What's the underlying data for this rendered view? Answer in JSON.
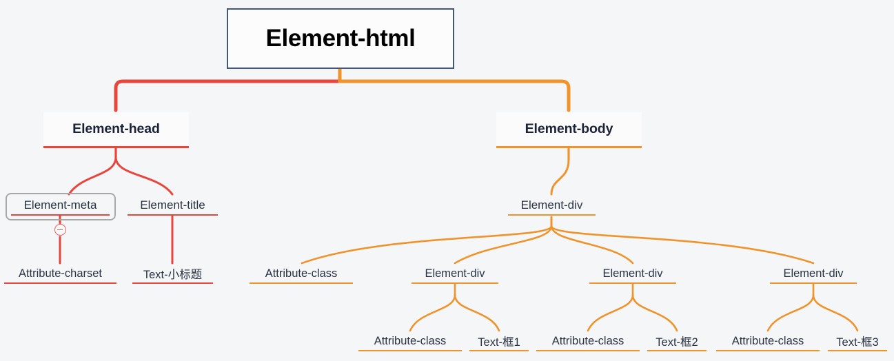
{
  "diagram": {
    "title": "HTML element structure mind map",
    "background_color": "#f5f6f8",
    "colors": {
      "root_border": "#44567a",
      "head_branch": "#e8453c",
      "body_branch": "#f0932b",
      "text": "#1e2433",
      "selection_outline": "#a8a8a8"
    }
  },
  "nodes": {
    "root": {
      "label": "Element-html"
    },
    "head": {
      "label": "Element-head"
    },
    "body": {
      "label": "Element-body"
    },
    "meta": {
      "label": "Element-meta",
      "selected": true,
      "collapse_icon": "minus-circle-icon"
    },
    "title": {
      "label": "Element-title"
    },
    "charset": {
      "label": "Attribute-charset"
    },
    "text_subtitle": {
      "label": "Text-小标题"
    },
    "div_main": {
      "label": "Element-div"
    },
    "attr_class_0": {
      "label": "Attribute-class"
    },
    "div_1": {
      "label": "Element-div"
    },
    "div_2": {
      "label": "Element-div"
    },
    "div_3": {
      "label": "Element-div"
    },
    "attr_class_1": {
      "label": "Attribute-class"
    },
    "text_box_1": {
      "label": "Text-框1"
    },
    "attr_class_2": {
      "label": "Attribute-class"
    },
    "text_box_2": {
      "label": "Text-框2"
    },
    "attr_class_3": {
      "label": "Attribute-class"
    },
    "text_box_3": {
      "label": "Text-框3"
    }
  }
}
